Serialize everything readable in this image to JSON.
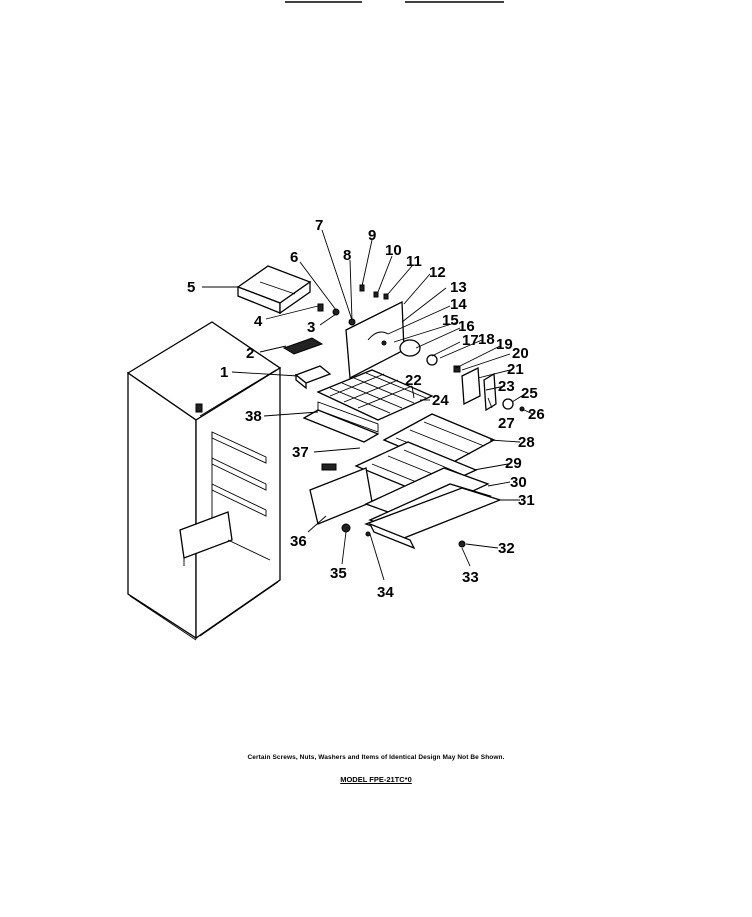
{
  "footnote": "Certain Screws, Nuts, Washers and Items of Identical Design May Not Be Shown.",
  "model": "MODEL FPE-21TC*0",
  "callouts": [
    "1",
    "2",
    "3",
    "4",
    "5",
    "6",
    "7",
    "8",
    "9",
    "10",
    "11",
    "12",
    "13",
    "14",
    "15",
    "16",
    "17",
    "18",
    "19",
    "20",
    "21",
    "22",
    "23",
    "24",
    "25",
    "26",
    "27",
    "28",
    "29",
    "30",
    "31",
    "32",
    "33",
    "34",
    "35",
    "36",
    "37",
    "38"
  ]
}
